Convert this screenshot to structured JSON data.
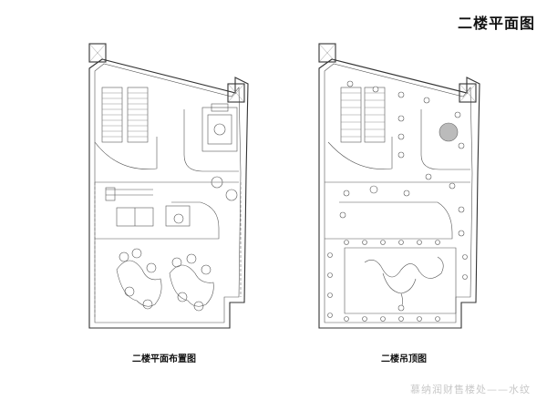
{
  "title": "二楼平面图",
  "plans": {
    "left_caption": "二楼平面布置图",
    "right_caption": "二楼吊顶图"
  },
  "footer": "慕纳润财售楼处——水纹"
}
